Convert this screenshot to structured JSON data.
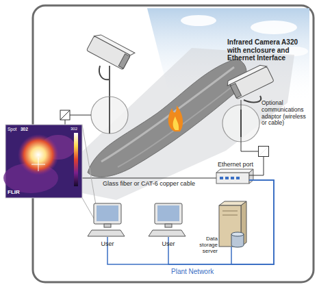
{
  "diagram": {
    "nodes": [
      {
        "text": [
          "Infrared Camera A320 with enclosure and Ethernet Interface"
        ]
      },
      {
        "text": [
          "Optional communications adaptor (wireless or cable)"
        ]
      },
      {
        "text": [
          "Ethernet port"
        ]
      },
      {
        "text": [
          "User"
        ]
      },
      {
        "text": [
          "User"
        ]
      },
      {
        "text": [
          "Data storage server"
        ]
      }
    ],
    "edges": [
      {
        "from": 0,
        "to": 1,
        "arrow": "none"
      },
      {
        "from": 1,
        "to": 2,
        "arrow": "none"
      },
      {
        "from": 3,
        "to": 2,
        "arrow": "none"
      },
      {
        "from": 4,
        "to": 2,
        "arrow": "none"
      },
      {
        "from": 5,
        "to": 2,
        "arrow": "none"
      }
    ],
    "labels": [
      "Glass fiber or CAT-6 copper cable",
      "Plant Network",
      "Spot",
      "302",
      "302",
      "FLIR"
    ]
  }
}
